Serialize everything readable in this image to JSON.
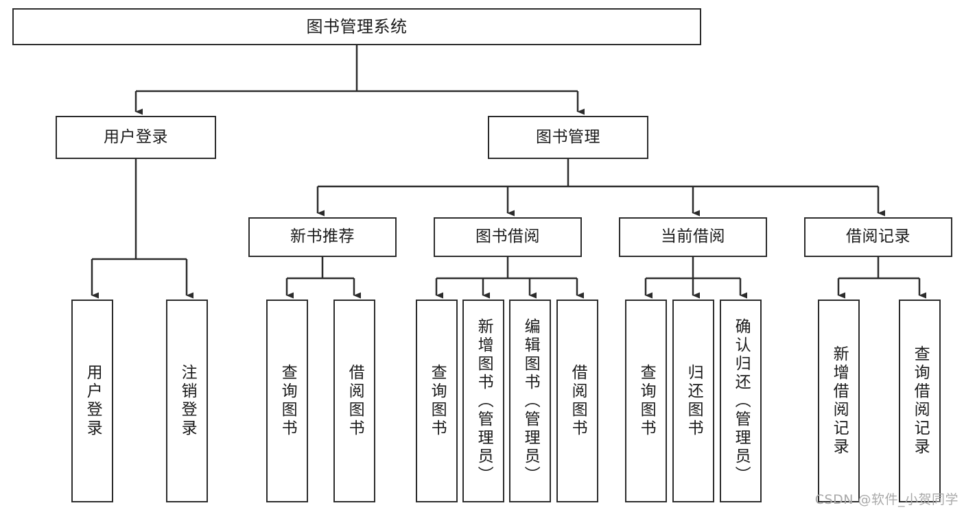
{
  "diagram": {
    "title": "图书管理系统",
    "type": "tree-hierarchy",
    "watermark": "CSDN @软件_小贺同学",
    "stroke_color": "#2b2b2b",
    "fill_color": "#ffffff",
    "text_color": "#1a1a1a",
    "watermark_color": "#a9a9a9"
  },
  "nodes": {
    "root": {
      "label": "图书管理系统"
    },
    "level2": [
      {
        "id": "user-login",
        "label": "用户登录"
      },
      {
        "id": "book-manage",
        "label": "图书管理"
      }
    ],
    "level3": [
      {
        "id": "new-book-rec",
        "label": "新书推荐"
      },
      {
        "id": "book-borrow",
        "label": "图书借阅"
      },
      {
        "id": "current-borrow",
        "label": "当前借阅"
      },
      {
        "id": "borrow-record",
        "label": "借阅记录"
      }
    ],
    "leaves": [
      {
        "id": "leaf-user-login",
        "label": "用户登录",
        "parent": "user-login"
      },
      {
        "id": "leaf-logout",
        "label": "注销登录",
        "parent": "user-login"
      },
      {
        "id": "leaf-query-book-1",
        "label": "查询图书",
        "parent": "new-book-rec"
      },
      {
        "id": "leaf-borrow-book-1",
        "label": "借阅图书",
        "parent": "new-book-rec"
      },
      {
        "id": "leaf-query-book-2",
        "label": "查询图书",
        "parent": "book-borrow"
      },
      {
        "id": "leaf-add-book",
        "label": "新增图书（管理员）",
        "parent": "book-borrow"
      },
      {
        "id": "leaf-edit-book",
        "label": "编辑图书（管理员）",
        "parent": "book-borrow"
      },
      {
        "id": "leaf-borrow-book-2",
        "label": "借阅图书",
        "parent": "book-borrow"
      },
      {
        "id": "leaf-query-book-3",
        "label": "查询图书",
        "parent": "current-borrow"
      },
      {
        "id": "leaf-return-book",
        "label": "归还图书",
        "parent": "current-borrow"
      },
      {
        "id": "leaf-confirm-return",
        "label": "确认归还（管理员）",
        "parent": "current-borrow"
      },
      {
        "id": "leaf-add-record",
        "label": "新增借阅记录",
        "parent": "borrow-record"
      },
      {
        "id": "leaf-query-record",
        "label": "查询借阅记录",
        "parent": "borrow-record"
      }
    ]
  }
}
